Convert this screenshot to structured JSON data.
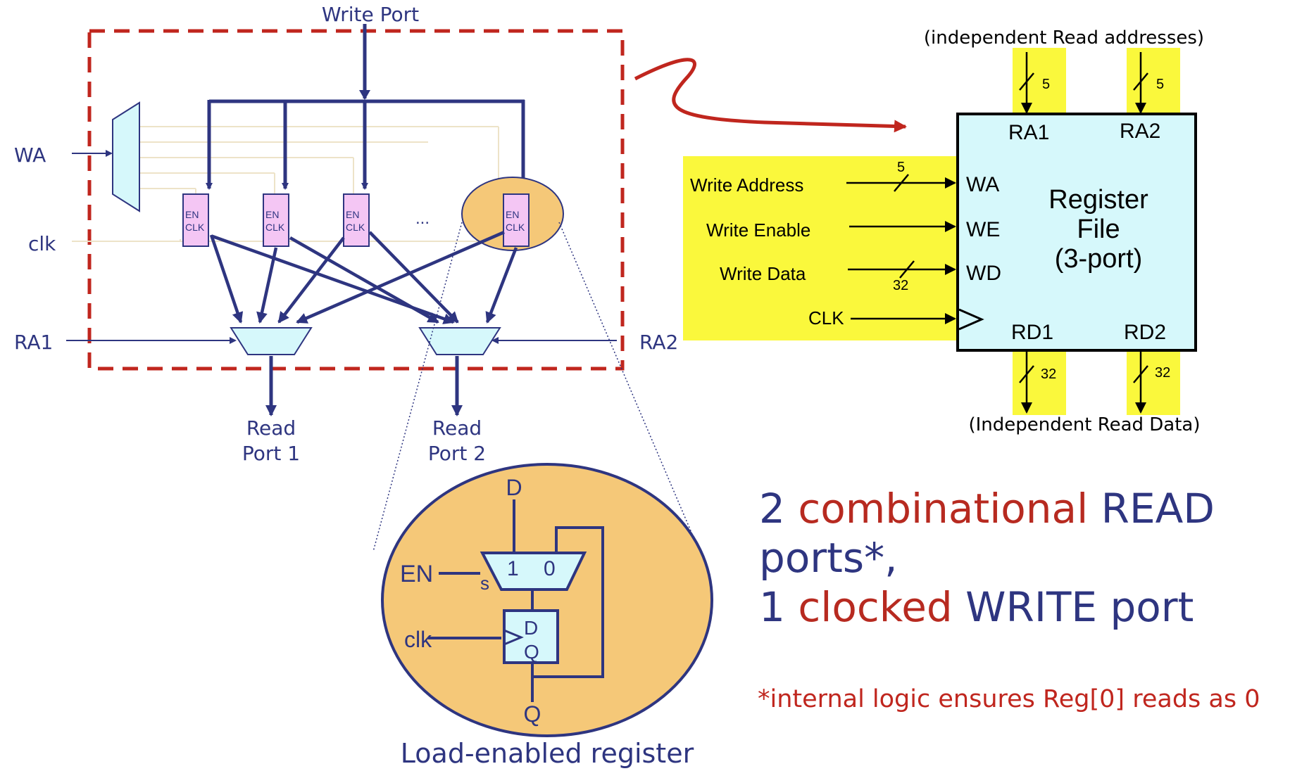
{
  "colors": {
    "navy": "#2e3580",
    "dark_red": "#c0261e",
    "light_blue": "#d6f8fb",
    "pink": "#f4c6f4",
    "orange": "#f5c878",
    "yellow": "#faf83c",
    "faint_wire": "#ede3c8"
  },
  "left_diagram": {
    "write_port": "Write Port",
    "wa": "WA",
    "clk": "clk",
    "ra1": "RA1",
    "ra2": "RA2",
    "reg_en": "EN",
    "reg_clk": "CLK",
    "ellipsis": "...",
    "read_port_1": [
      "Read",
      "Port 1"
    ],
    "read_port_2": [
      "Read",
      "Port 2"
    ]
  },
  "zoom": {
    "d_in": "D",
    "en": "EN",
    "mux_1": "1",
    "mux_0": "0",
    "sel": "s",
    "clk": "clk",
    "ff_d": "D",
    "ff_q": "Q",
    "q_out": "Q",
    "caption": "Load-enabled register"
  },
  "register_file": {
    "top_note": "(independent Read addresses)",
    "bottom_note": "(Independent Read Data)",
    "title": [
      "Register",
      "File",
      "(3-port)"
    ],
    "ports": {
      "ra1": "RA1",
      "ra2": "RA2",
      "wa": "WA",
      "we": "WE",
      "wd": "WD",
      "rd1": "RD1",
      "rd2": "RD2"
    },
    "inputs": {
      "write_address": "Write Address",
      "write_enable": "Write Enable",
      "write_data": "Write Data",
      "clk": "CLK"
    },
    "widths": {
      "ra": "5",
      "wa": "5",
      "wd": "32",
      "rd": "32"
    }
  },
  "caption": {
    "line1": [
      "2 ",
      "combinational",
      " READ"
    ],
    "line2": "ports*,",
    "line3": [
      "1 ",
      "clocked",
      " WRITE port"
    ],
    "note": "*internal logic ensures Reg[0] reads as 0"
  }
}
